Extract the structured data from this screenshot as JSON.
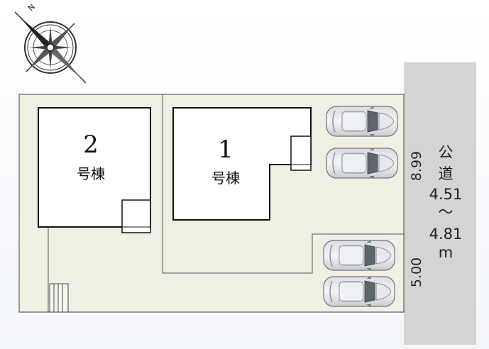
{
  "compass": {
    "north_label": "N"
  },
  "buildings": [
    {
      "number": "2",
      "suffix": "号棟"
    },
    {
      "number": "1",
      "suffix": "号棟"
    }
  ],
  "road": {
    "label_lines": [
      "公",
      "道",
      "4.51",
      "～",
      "4.81",
      "m"
    ]
  },
  "dimensions": {
    "frontage_1": "8.99",
    "frontage_2": "5.00"
  }
}
